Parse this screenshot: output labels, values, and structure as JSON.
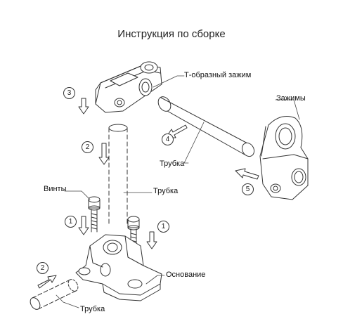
{
  "title": "Инструкция по сборке",
  "labels": {
    "t_clamp": "Т-образный зажим",
    "clamps": "Зажимы",
    "tube_top": "Трубка",
    "tube_mid": "Трубка",
    "tube_bottom": "Трубка",
    "screws": "Винты",
    "base": "Основание"
  },
  "steps": {
    "s3": "3",
    "s4": "4",
    "s2_top": "2",
    "s5": "5",
    "s1_left": "1",
    "s1_right": "1",
    "s2_bottom": "2"
  }
}
